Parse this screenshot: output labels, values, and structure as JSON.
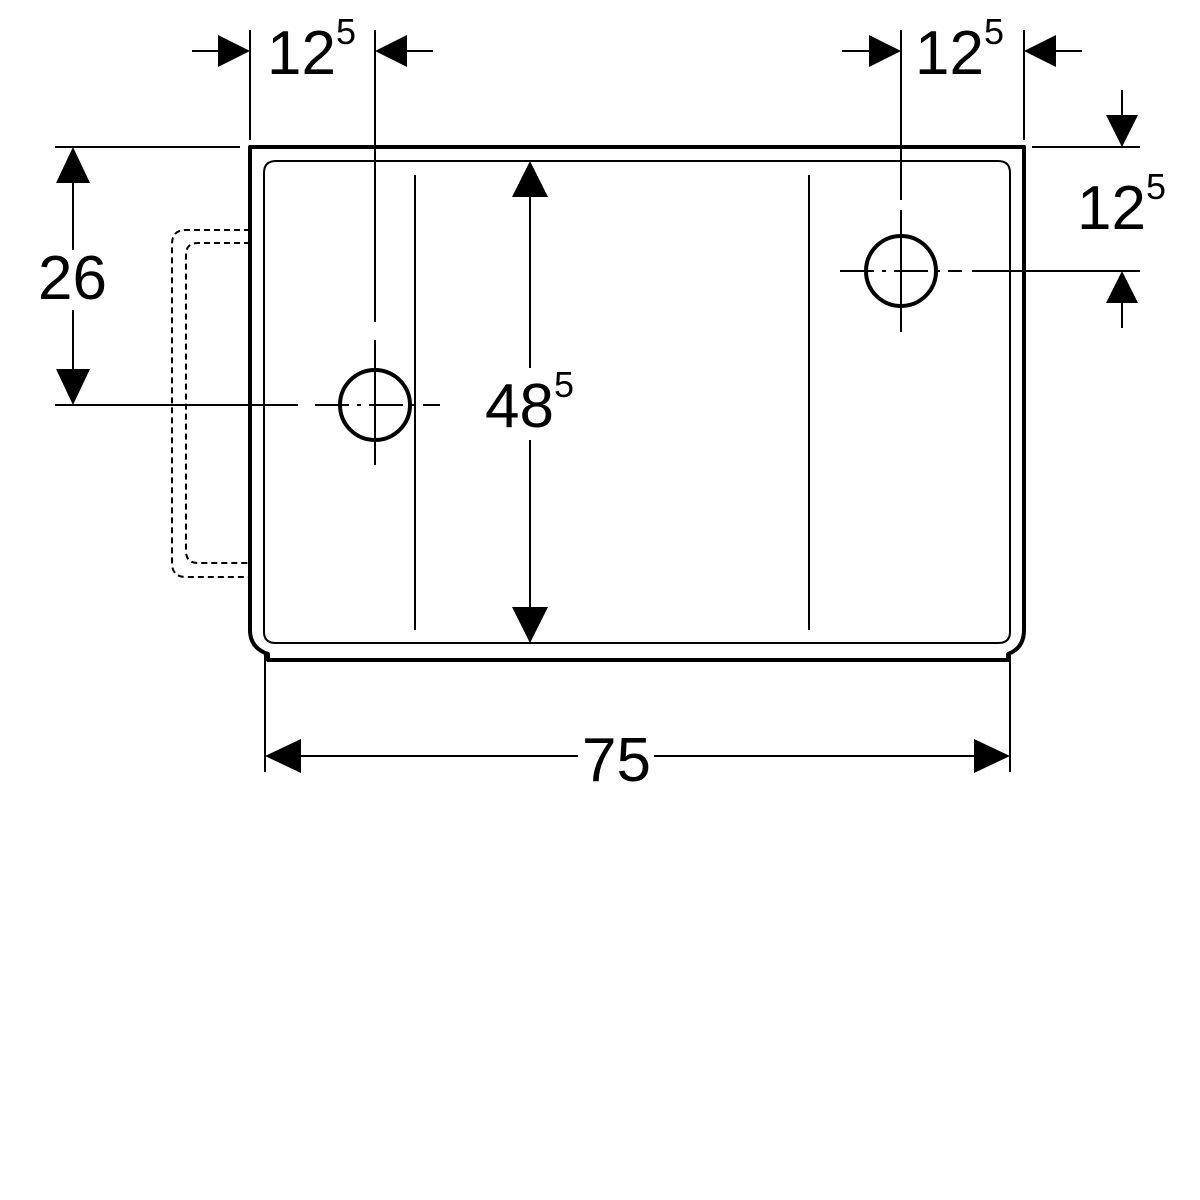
{
  "dimensions": {
    "left_hole_from_edge": {
      "base": "12",
      "sup": "5"
    },
    "right_hole_from_edge": {
      "base": "12",
      "sup": "5"
    },
    "right_hole_from_top": {
      "base": "12",
      "sup": "5"
    },
    "left_hole_from_top": {
      "base": "26",
      "sup": ""
    },
    "inner_depth": {
      "base": "48",
      "sup": "5"
    },
    "overall_width": {
      "base": "75",
      "sup": ""
    }
  },
  "colors": {
    "line": "#000000",
    "background": "#ffffff"
  }
}
